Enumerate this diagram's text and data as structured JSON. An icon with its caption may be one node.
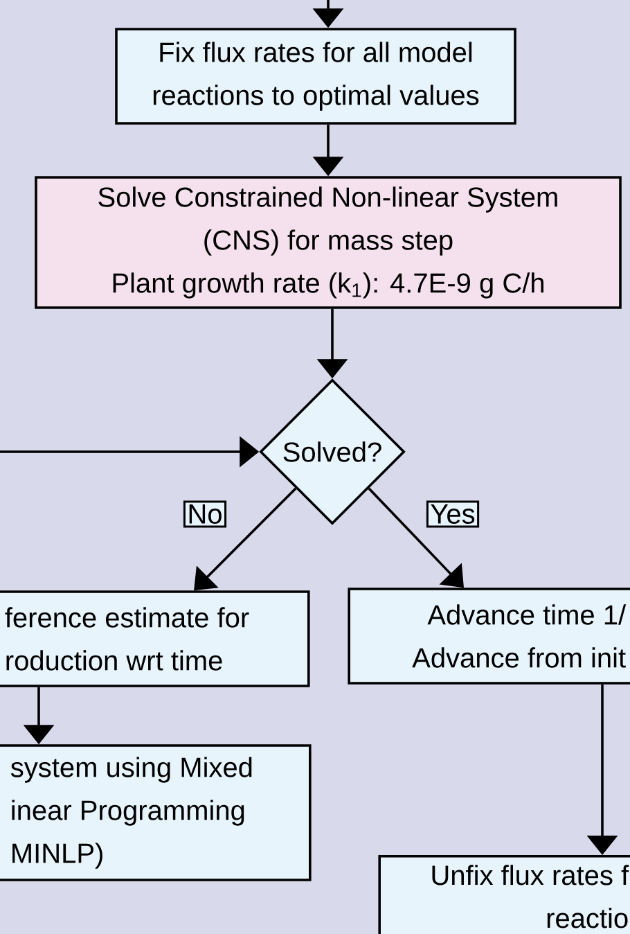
{
  "diagram": {
    "nodes": [
      {
        "text": [
          "Fix flux rates for all model reactions to optimal values"
        ]
      },
      {
        "text": [
          "Solve Constrained Non-linear System (CNS) for mass step",
          "Plant growth rate (k$_{1}$): 4.7E-9 g C/h"
        ]
      },
      {
        "text": [
          "Solved?"
        ]
      },
      {
        "text": [
          "ference estimate for roduction wrt time"
        ]
      },
      {
        "text": [
          "Advance time 1/ Advance from init"
        ]
      },
      {
        "text": [
          "system using Mixed inear Programming MINLP)"
        ]
      },
      {
        "text": [
          "Unfix flux rates f reactio"
        ]
      }
    ],
    "edges": [
      {
        "from": null,
        "to": 0,
        "arrow": "to"
      },
      {
        "from": 0,
        "to": 1,
        "arrow": "to"
      },
      {
        "from": 1,
        "to": 2,
        "arrow": "to"
      },
      {
        "from": null,
        "to": 2,
        "arrow": "to"
      },
      {
        "from": 2,
        "to": 3,
        "arrow": "to",
        "label": "No"
      },
      {
        "from": 2,
        "to": 4,
        "arrow": "to",
        "label": "Yes"
      },
      {
        "from": 3,
        "to": 5,
        "arrow": "to"
      },
      {
        "from": 4,
        "to": 6,
        "arrow": "to"
      }
    ]
  }
}
